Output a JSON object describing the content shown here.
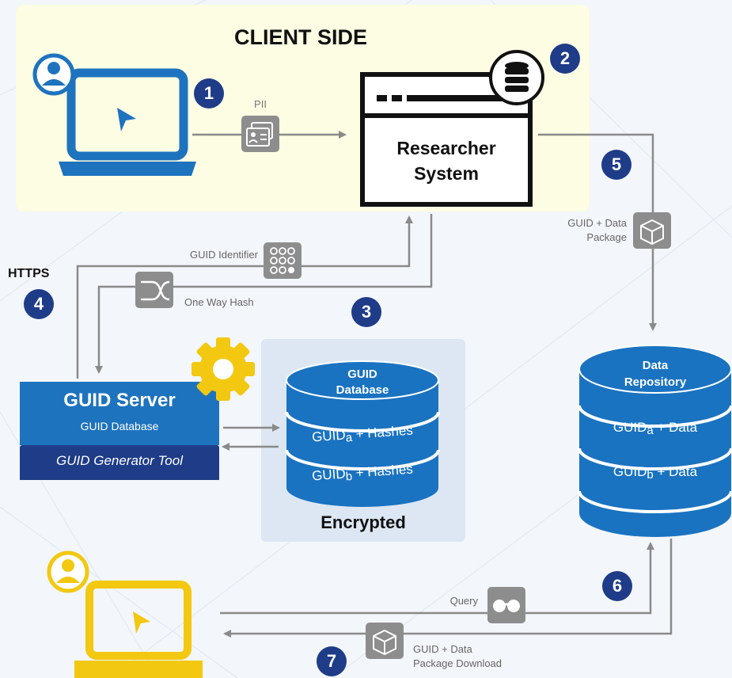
{
  "client_side": {
    "title": "CLIENT SIDE"
  },
  "steps": [
    "1",
    "2",
    "3",
    "4",
    "5",
    "6",
    "7"
  ],
  "labels": {
    "pii": "PII",
    "guid_identifier": "GUID Identifier",
    "one_way_hash": "One Way Hash",
    "https": "HTTPS",
    "guid_data_package_line1": "GUID + Data",
    "guid_data_package_line2": "Package",
    "query": "Query",
    "download_line1": "GUID + Data",
    "download_line2": "Package Download"
  },
  "researcher_system": {
    "line1": "Researcher",
    "line2": "System"
  },
  "guid_server": {
    "title": "GUID Server",
    "subtitle": "GUID Database",
    "tool": "GUID Generator Tool"
  },
  "guid_database": {
    "title_line1": "GUID",
    "title_line2": "Database",
    "row_a_main": "GUID",
    "row_a_sub": "a",
    "row_a_rest": " + Hashes",
    "row_b_main": "GUID",
    "row_b_sub": "b",
    "row_b_rest": " + Hashes",
    "footer": "Encrypted"
  },
  "data_repository": {
    "title_line1": "Data",
    "title_line2": "Repository",
    "row_a_main": "GUID",
    "row_a_sub": "a",
    "row_a_rest": " + Data",
    "row_b_main": "GUID",
    "row_b_sub": "b",
    "row_b_rest": " + Data"
  },
  "colors": {
    "client_bg": "#fdfde3",
    "blue": "#1e73be",
    "navy": "#1f3c88",
    "cylinder": "#1a73c1",
    "gold": "#f2c811",
    "gray_line": "#8a8a8a",
    "icon_gray": "#8d8d8d",
    "encrypted_bg": "#dce7f3"
  },
  "icons": [
    "user-icon",
    "laptop-icon",
    "cursor-arrow-icon",
    "id-card-icon",
    "database-icon",
    "keypad-icon",
    "shuffle-icon",
    "gear-icon",
    "cube-icon",
    "glasses-icon"
  ]
}
